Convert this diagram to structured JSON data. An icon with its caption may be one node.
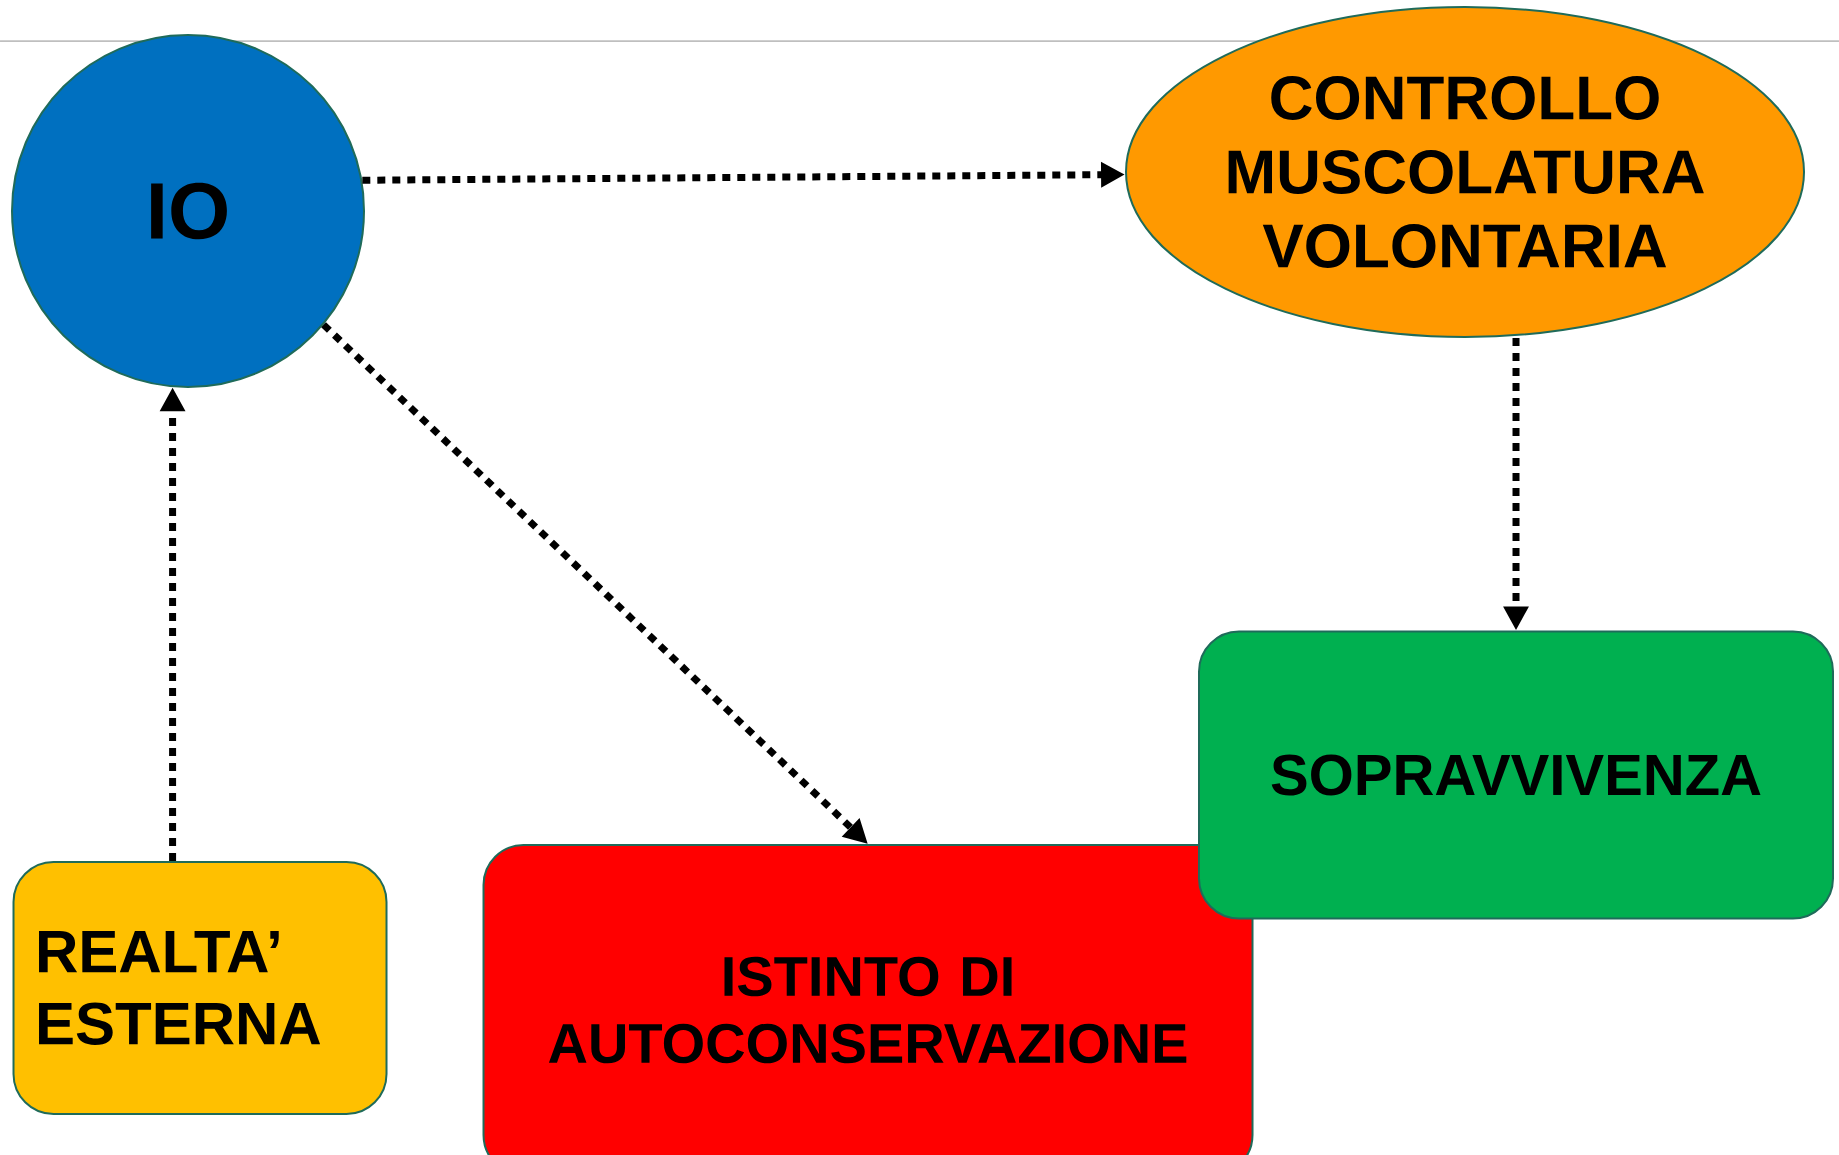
{
  "diagram": {
    "nodes": [
      {
        "text": [
          "IO"
        ]
      },
      {
        "text": [
          "CONTROLLO MUSCOLATURA VOLONTARIA"
        ]
      },
      {
        "text": [
          "SOPRAVVIVENZA"
        ]
      },
      {
        "text": [
          "REALTA’ ESTERNA"
        ]
      },
      {
        "text": [
          "ISTINTO DI AUTOCONSERVAZIONE"
        ]
      }
    ],
    "edges": [
      {
        "from": 3,
        "to": 0,
        "arrow": "to"
      },
      {
        "from": 0,
        "to": 1,
        "arrow": "to"
      },
      {
        "from": 0,
        "to": 4,
        "arrow": "to"
      },
      {
        "from": 1,
        "to": 2,
        "arrow": "to"
      }
    ]
  }
}
